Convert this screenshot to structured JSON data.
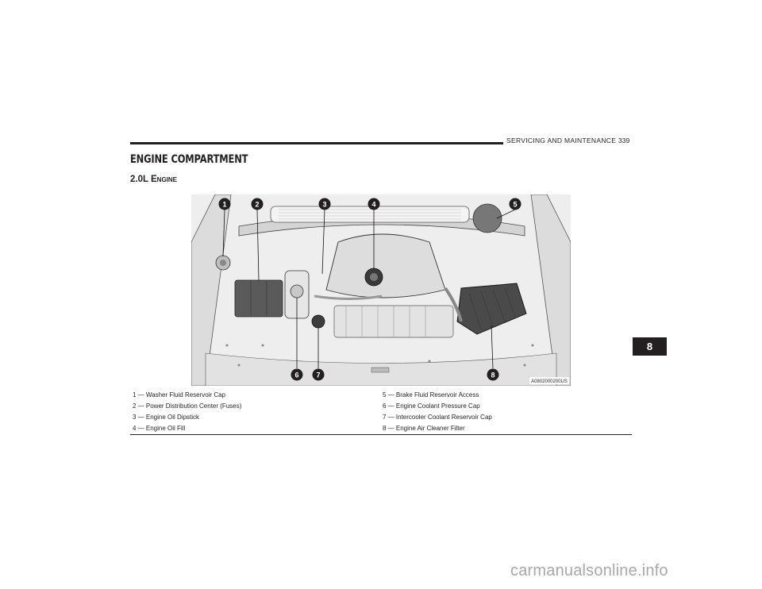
{
  "header": {
    "section": "SERVICING AND MAINTENANCE",
    "page_number": "339"
  },
  "title": "ENGINE COMPARTMENT",
  "subtitle": "2.0L Engine",
  "figure": {
    "callouts": [
      "1",
      "2",
      "3",
      "4",
      "5",
      "6",
      "7",
      "8"
    ],
    "image_code": "A0802000200US"
  },
  "legend": {
    "left": [
      "1 — Washer Fluid Reservoir Cap",
      "2 — Power Distribution Center (Fuses)",
      "3 — Engine Oil Dipstick",
      "4 — Engine Oil Fill"
    ],
    "right": [
      "5 — Brake Fluid Reservoir Access",
      "6 — Engine Coolant Pressure Cap",
      "7 — Intercooler Coolant Reservoir Cap",
      "8 — Engine Air Cleaner Filter"
    ]
  },
  "chapter_tab": "8",
  "watermark": "carmanualsonline.info"
}
